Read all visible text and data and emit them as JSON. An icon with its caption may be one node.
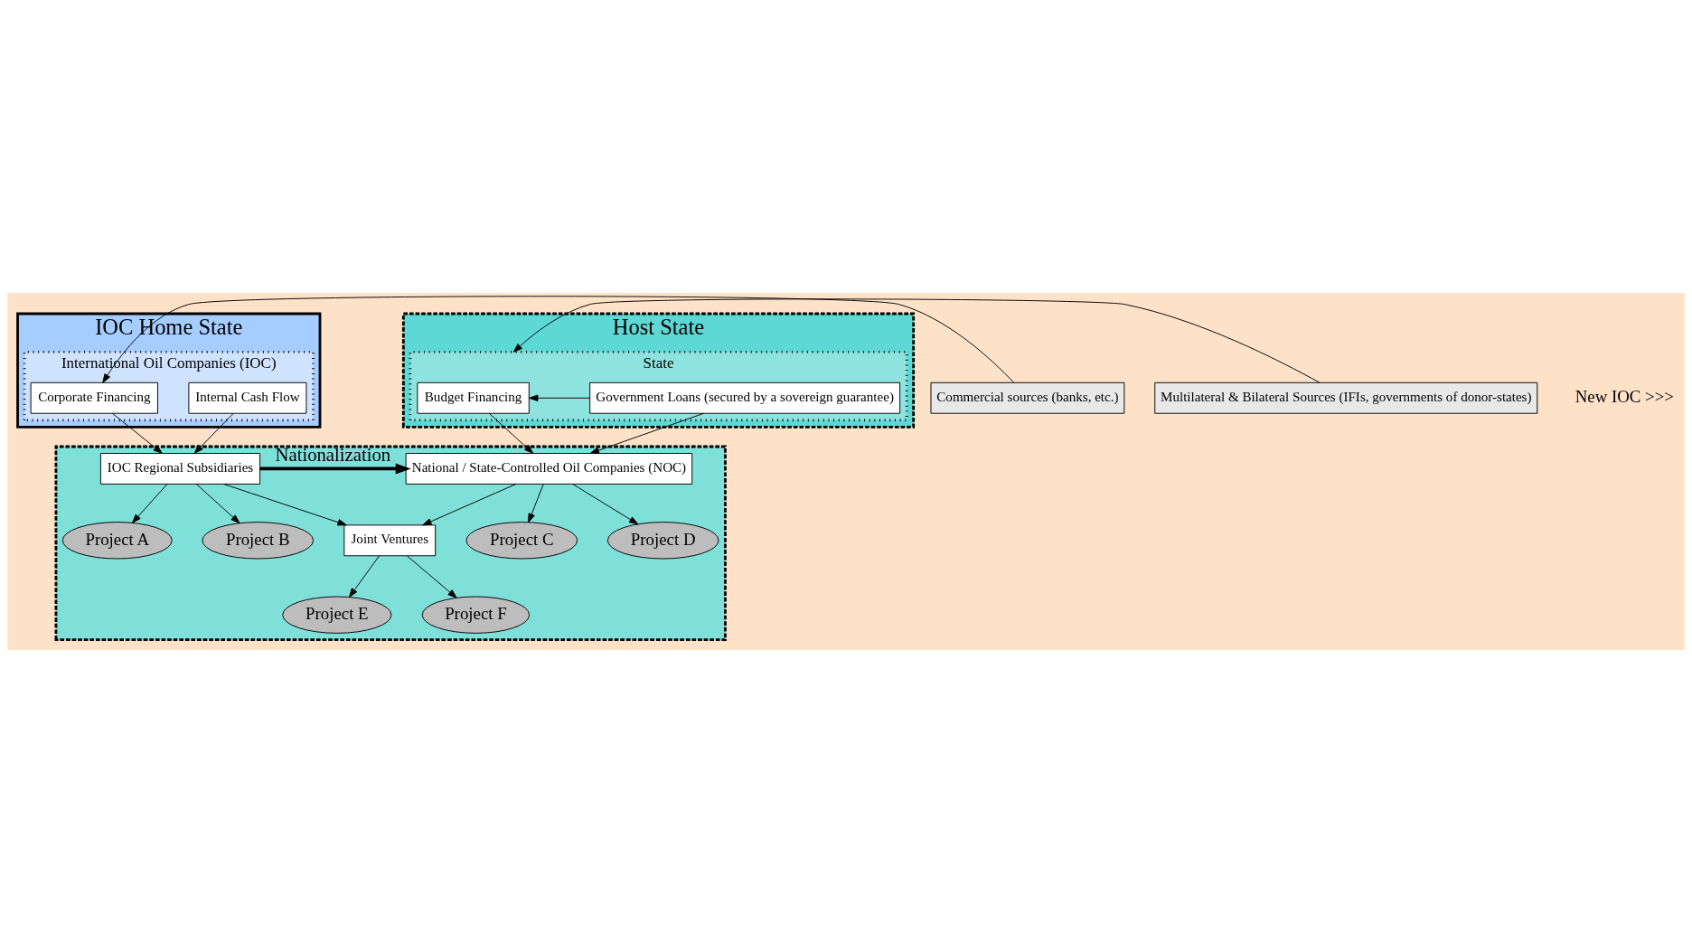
{
  "diagram": {
    "nodes": [
      {
        "text": [
          "IOC Home State"
        ]
      },
      {
        "text": [
          "International Oil Companies (IOC)"
        ],
        "in": 0
      },
      {
        "text": [
          "Corporate Financing"
        ],
        "in": 1
      },
      {
        "text": [
          "Internal Cash Flow"
        ],
        "in": 1
      },
      {
        "text": [
          "Commercial sources (banks, etc.)"
        ]
      },
      {
        "text": [
          "Host State"
        ]
      },
      {
        "text": [
          "State"
        ],
        "in": 5
      },
      {
        "text": [
          "Budget Financing"
        ],
        "in": 6
      },
      {
        "text": [
          "Government Loans (secured by a sovereign guarantee)"
        ],
        "in": 6
      },
      {
        "text": [
          "Multilateral & Bilateral Sources (IFIs, governments of donor-states)"
        ]
      },
      {
        "text": [],
        "shape": "box"
      },
      {
        "text": [
          "IOC Regional Subsidiaries"
        ],
        "in": 10
      },
      {
        "text": [
          "National / State-Controlled Oil Companies (NOC)"
        ],
        "in": 10
      },
      {
        "text": [
          "Project A"
        ],
        "in": 10
      },
      {
        "text": [
          "Project B"
        ],
        "in": 10
      },
      {
        "text": [
          "Joint Ventures"
        ],
        "in": 10
      },
      {
        "text": [
          "Project C"
        ],
        "in": 10
      },
      {
        "text": [
          "Project D"
        ],
        "in": 10
      },
      {
        "text": [
          "Project E"
        ],
        "in": 10
      },
      {
        "text": [
          "Project F"
        ],
        "in": 10
      }
    ],
    "edges": [
      {
        "from": 4,
        "to": 2,
        "arrow": "to"
      },
      {
        "from": 8,
        "to": 7,
        "arrow": "to"
      },
      {
        "from": 9,
        "to": 6,
        "arrow": "to"
      },
      {
        "from": 2,
        "to": 11,
        "arrow": "to"
      },
      {
        "from": 3,
        "to": 11,
        "arrow": "to"
      },
      {
        "from": 7,
        "to": 12,
        "arrow": "to"
      },
      {
        "from": 8,
        "to": 12,
        "arrow": "to"
      },
      {
        "from": 11,
        "to": 12,
        "arrow": "to",
        "label": "Nationalization",
        "style": "thick"
      },
      {
        "from": 11,
        "to": 13,
        "arrow": "to"
      },
      {
        "from": 11,
        "to": 14,
        "arrow": "to"
      },
      {
        "from": 11,
        "to": 15,
        "arrow": "to"
      },
      {
        "from": 12,
        "to": 15,
        "arrow": "to"
      },
      {
        "from": 12,
        "to": 16,
        "arrow": "to"
      },
      {
        "from": 12,
        "to": 17,
        "arrow": "to"
      },
      {
        "from": 15,
        "to": 18,
        "arrow": "to"
      },
      {
        "from": 15,
        "to": 19,
        "arrow": "to"
      }
    ],
    "labels": [
      "New IOC >>>"
    ]
  }
}
